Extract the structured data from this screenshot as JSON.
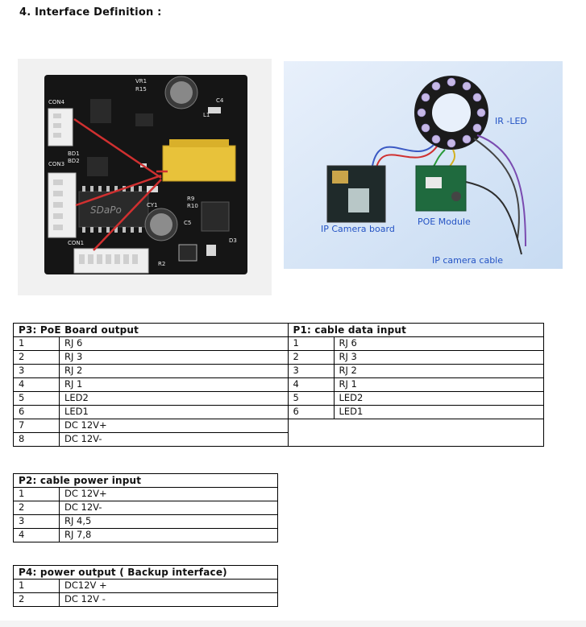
{
  "heading": "4.  Interface Definition :",
  "pcb_photo": {
    "silkscreen": [
      "CON4",
      "CON3",
      "CON1",
      "SDaPo",
      "CY1",
      "VR1",
      "R15",
      "R2",
      "D3",
      "C4",
      "C5",
      "L1",
      "BD1",
      "BD2",
      "R9",
      "R10"
    ]
  },
  "setup_photo": {
    "labels": {
      "ir_led": "IR -LED",
      "poe_module": "POE Module",
      "ip_camera_board": "IP Camera board",
      "ip_camera_cable": "IP  camera cable"
    }
  },
  "table_main": {
    "p3_title": "P3: PoE Board output",
    "p1_title": "P1: cable data input",
    "p3_rows": [
      {
        "pin": "1",
        "signal": "RJ 6"
      },
      {
        "pin": "2",
        "signal": "RJ 3"
      },
      {
        "pin": "3",
        "signal": "RJ 2"
      },
      {
        "pin": "4",
        "signal": "RJ 1"
      },
      {
        "pin": "5",
        "signal": "LED2"
      },
      {
        "pin": "6",
        "signal": "LED1"
      },
      {
        "pin": "7",
        "signal": "DC 12V+"
      },
      {
        "pin": "8",
        "signal": "DC 12V-"
      }
    ],
    "p1_rows": [
      {
        "pin": "1",
        "signal": "RJ 6"
      },
      {
        "pin": "2",
        "signal": "RJ 3"
      },
      {
        "pin": "3",
        "signal": "RJ 2"
      },
      {
        "pin": "4",
        "signal": "RJ 1"
      },
      {
        "pin": "5",
        "signal": "LED2"
      },
      {
        "pin": "6",
        "signal": "LED1"
      }
    ]
  },
  "table_p2": {
    "title": "P2:  cable power input",
    "rows": [
      {
        "pin": "1",
        "signal": "DC 12V+"
      },
      {
        "pin": "2",
        "signal": "DC 12V-"
      },
      {
        "pin": "3",
        "signal": "RJ 4,5"
      },
      {
        "pin": "4",
        "signal": "RJ 7,8"
      }
    ]
  },
  "table_p4": {
    "title": "P4:   power output ( Backup interface)",
    "rows": [
      {
        "pin": "1",
        "signal": "DC12V  +"
      },
      {
        "pin": "2",
        "signal": "DC 12V -"
      }
    ]
  },
  "colors": {
    "pcb": "#151515",
    "transformer": "#e8c23a",
    "setup_bg": "#d7e6f7",
    "wire_red": "#d03030"
  }
}
